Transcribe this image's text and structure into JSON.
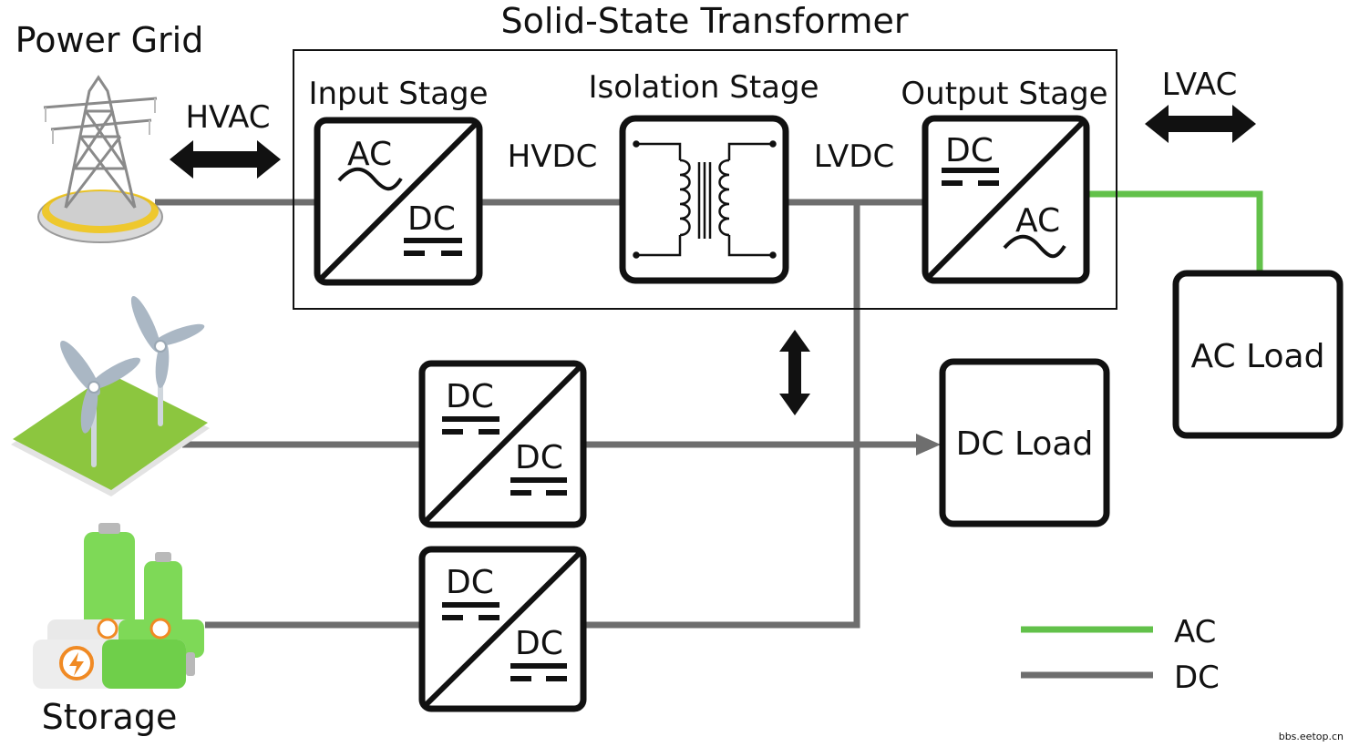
{
  "title": "Solid-State Transformer",
  "sources": {
    "grid": "Power Grid",
    "storage": "Storage"
  },
  "stages": {
    "input": "Input Stage",
    "isolation": "Isolation Stage",
    "output": "Output Stage"
  },
  "links": {
    "hvac": "HVAC",
    "hvdc": "HVDC",
    "lvdc": "LVDC",
    "lvac": "LVAC"
  },
  "converters": {
    "input": {
      "top": "AC",
      "bottom": "DC"
    },
    "output": {
      "top": "DC",
      "bottom": "AC"
    },
    "wind": {
      "top": "DC",
      "bottom": "DC"
    },
    "storage": {
      "top": "DC",
      "bottom": "DC"
    }
  },
  "loads": {
    "ac": "AC Load",
    "dc": "DC Load"
  },
  "legend": {
    "ac": "AC",
    "dc": "DC"
  },
  "colors": {
    "ac_line": "#62c14a",
    "dc_line": "#6e6e6e",
    "box_stroke": "#111111"
  },
  "watermark": "bbs.eetop.cn"
}
